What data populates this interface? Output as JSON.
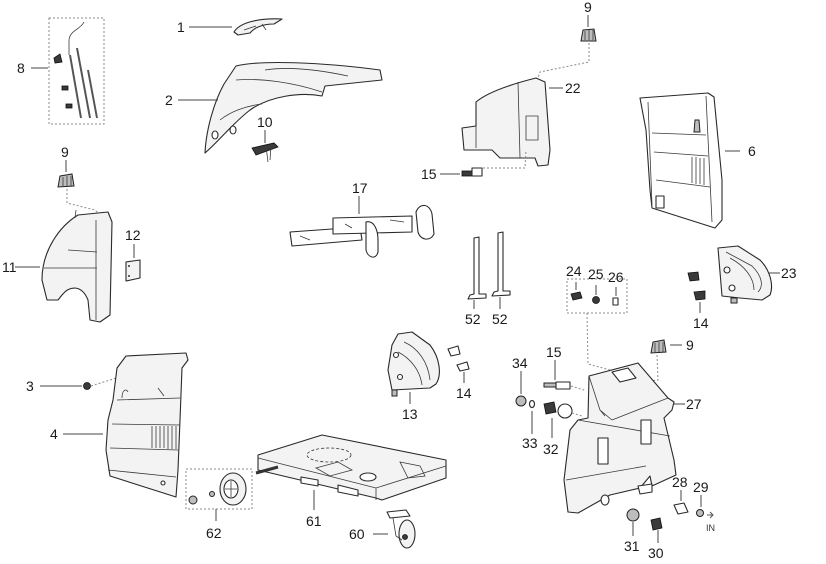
{
  "diagram": {
    "type": "exploded-parts-diagram",
    "callouts": {
      "c1": "1",
      "c2": "2",
      "c3": "3",
      "c4": "4",
      "c6": "6",
      "c8": "8",
      "c9a": "9",
      "c9b": "9",
      "c9c": "9",
      "c10": "10",
      "c11": "11",
      "c12": "12",
      "c13": "13",
      "c14a": "14",
      "c14b": "14",
      "c15a": "15",
      "c15b": "15",
      "c17": "17",
      "c22": "22",
      "c23": "23",
      "c24": "24",
      "c25": "25",
      "c26": "26",
      "c27": "27",
      "c28": "28",
      "c29": "29",
      "c30": "30",
      "c31": "31",
      "c32": "32",
      "c33": "33",
      "c34": "34",
      "c52a": "52",
      "c52b": "52",
      "c60": "60",
      "c61": "61",
      "c62": "62"
    },
    "inlet_label": "IN"
  },
  "colors": {
    "line": "#2a2a2a",
    "fill": "#f3f3f3",
    "dark": "#3a3a3a",
    "dash": "#8a8a8a"
  }
}
